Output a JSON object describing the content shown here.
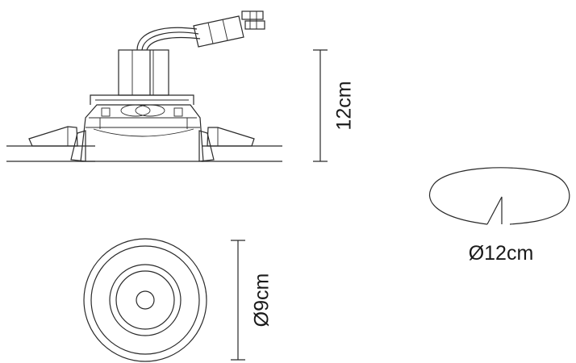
{
  "dimensions": {
    "height_label": "12cm",
    "hole_diameter_label": "Ø12cm",
    "front_diameter_label": "Ø9cm"
  }
}
